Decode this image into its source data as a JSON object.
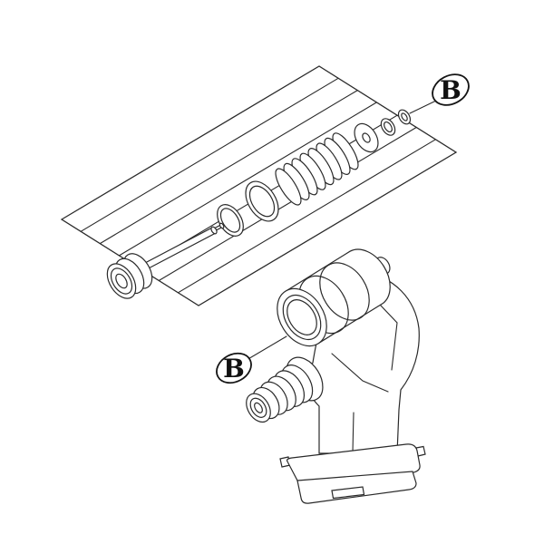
{
  "diagram": {
    "type": "exploded-parts-diagram",
    "background_color": "#ffffff",
    "line_color": "#2a2a2a",
    "callouts": [
      {
        "label": "B",
        "position": "top-right",
        "points_to": "washer-small"
      },
      {
        "label": "B",
        "position": "center-left",
        "points_to": "valve-body-bore"
      }
    ],
    "parts": [
      "plunger",
      "o-ring",
      "seal-ring",
      "spring",
      "washer-disc",
      "o-ring-small",
      "washer-small",
      "valve-body"
    ]
  }
}
